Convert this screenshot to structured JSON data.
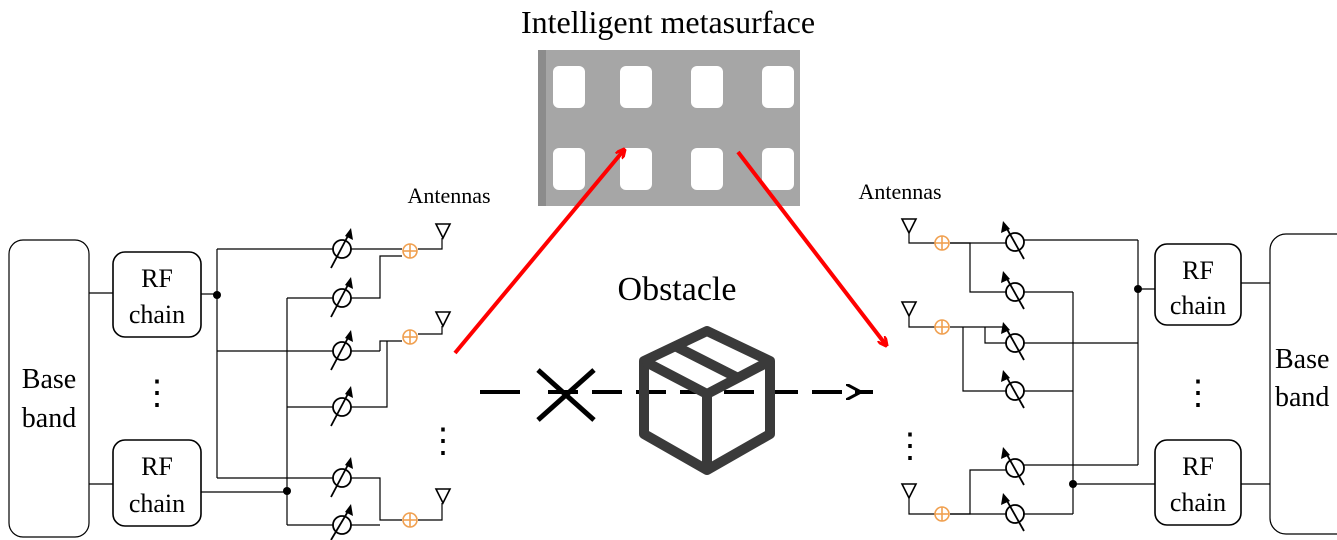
{
  "title": "Intelligent metasurface",
  "obstacle_label": "Obstacle",
  "transmitter": {
    "antennas_label": "Antennas",
    "baseband_line1": "Base",
    "baseband_line2": "band",
    "rf_line1": "RF",
    "rf_line2": "chain"
  },
  "receiver": {
    "antennas_label": "Antennas",
    "baseband_line1": "Base",
    "baseband_line2": "band",
    "rf_line1": "RF",
    "rf_line2": "chain"
  },
  "ellipsis": "⋮",
  "colors": {
    "reflection_arrow": "#ff0000",
    "adder": "#f0a050",
    "metasurface": "#a6a6a6",
    "obstacle_icon": "#3a3a3a"
  },
  "icons": [
    "phase-shifter-icon",
    "adder-icon",
    "antenna-icon",
    "box-icon",
    "cross-icon",
    "arrow-icon"
  ]
}
